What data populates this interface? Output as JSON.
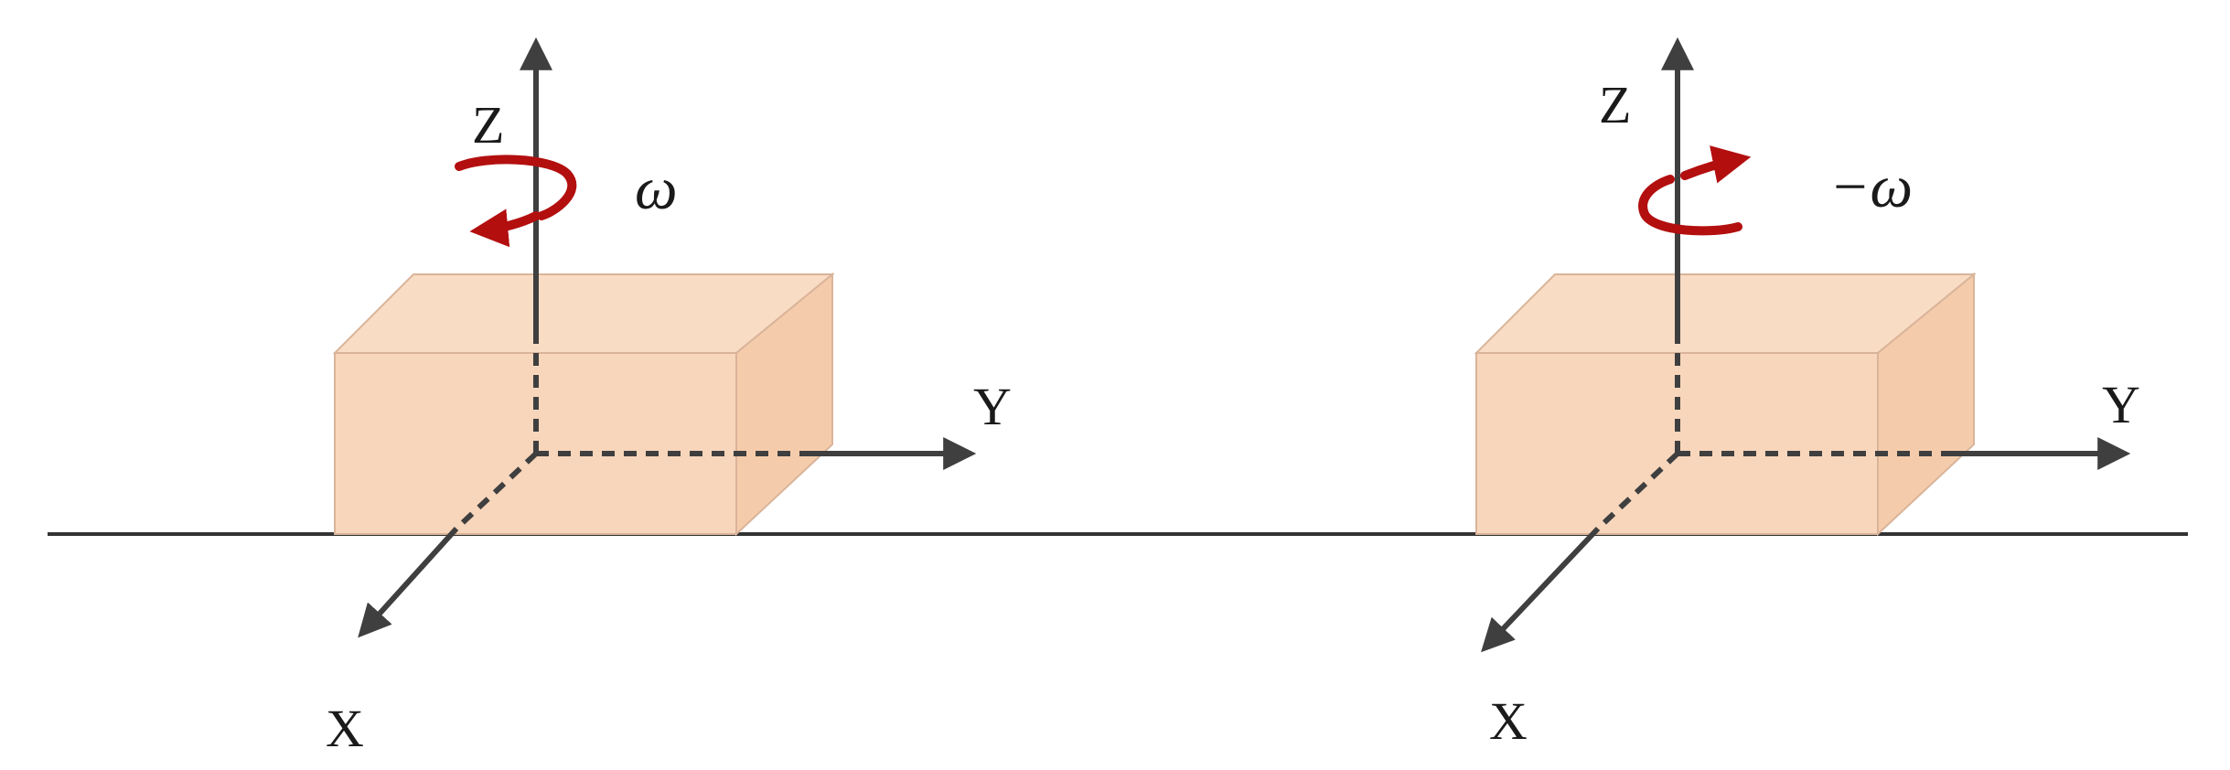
{
  "diagram": {
    "colors": {
      "box_front": "#f8d6bb",
      "box_side": "#f5ccab",
      "box_top": "#f9dcc4",
      "box_edge": "#d9b49a",
      "axis": "#3f3f3f",
      "ground": "#333333",
      "rotation_arrow": "#b30f0f"
    },
    "left_frame": {
      "z_label": "Z",
      "y_label": "Y",
      "x_label": "X",
      "rotation_label": "ω"
    },
    "right_frame": {
      "z_label": "Z",
      "y_label": "Y",
      "x_label": "X",
      "rotation_label": "−ω"
    }
  }
}
